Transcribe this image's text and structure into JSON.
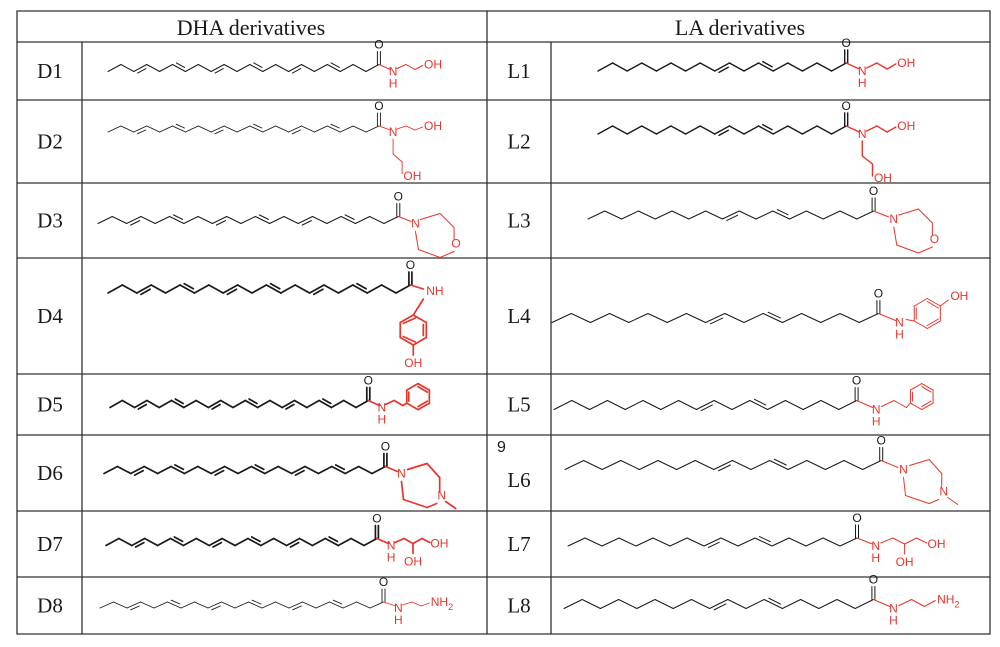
{
  "headers": {
    "left": "DHA  derivatives",
    "right": "LA  derivatives"
  },
  "colors": {
    "grid": "#333333",
    "backbone": "#1a1a1a",
    "headgroup": "#e8352b"
  },
  "rows": [
    {
      "left": "D1",
      "right": "L1"
    },
    {
      "left": "D2",
      "right": "L2"
    },
    {
      "left": "D3",
      "right": "L3"
    },
    {
      "left": "D4",
      "right": "L4"
    },
    {
      "left": "D5",
      "right": "L5"
    },
    {
      "left": "D6",
      "right": "L6"
    },
    {
      "left": "D7",
      "right": "L7"
    },
    {
      "left": "D8",
      "right": "L8"
    }
  ],
  "stray_mark": "9",
  "atoms": {
    "O": "O",
    "N": "N",
    "H": "H",
    "NH": "NH",
    "OH": "OH",
    "NH2": "NH",
    "sub2": "2"
  }
}
